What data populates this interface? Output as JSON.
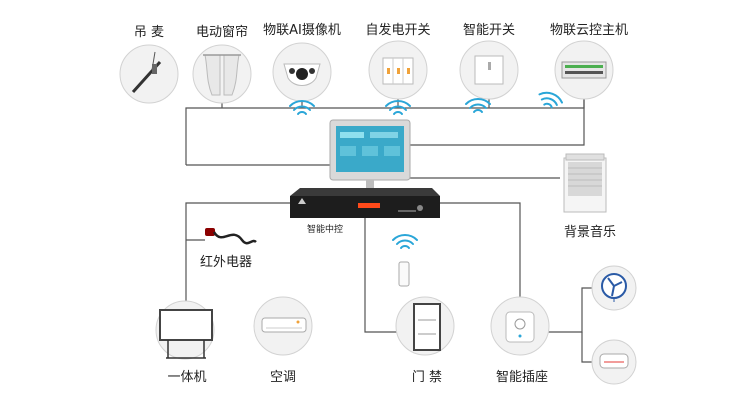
{
  "devices": {
    "boom_mic": "吊 麦",
    "curtain": "电动窗帘",
    "ai_camera": "物联AI摄像机",
    "self_power_switch": "自发电开关",
    "smart_switch": "智能开关",
    "cloud_host": "物联云控主机",
    "background_music": "背景音乐",
    "ir_appliance": "红外电器",
    "all_in_one": "一体机",
    "air_conditioner": "空调",
    "access_control": "门 禁",
    "smart_socket": "智能插座",
    "controller": "智能中控"
  },
  "colors": {
    "line": "#555555",
    "circle_fill": "#f2f2f2",
    "circle_stroke": "#cfcfcf",
    "wifi": "#2aa6d8",
    "screen": "#3aa9c9",
    "controller_body": "#1d1d1d",
    "controller_display": "#ff4a1a"
  }
}
